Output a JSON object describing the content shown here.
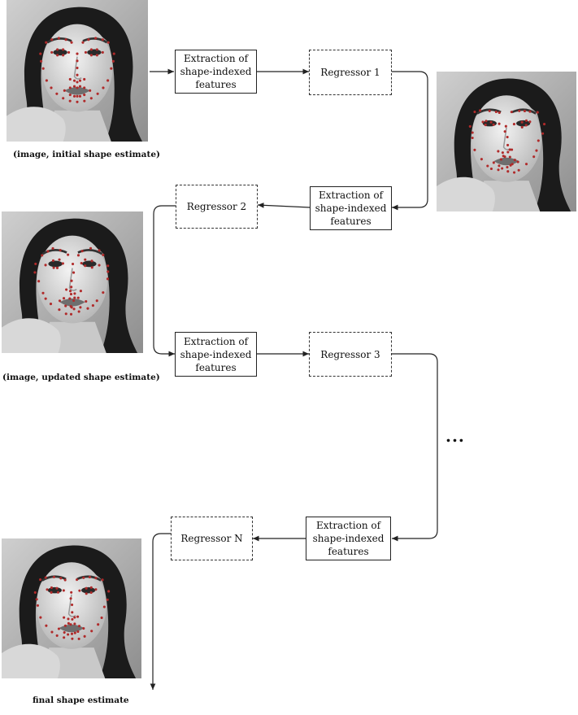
{
  "captions": {
    "initial": "(image, initial shape estimate)",
    "updated": "(image, updated shape estimate)",
    "final": "final shape estimate"
  },
  "boxes": {
    "extract_1": [
      "Extraction of",
      "shape-indexed",
      "features"
    ],
    "regressor_1": "Regressor 1",
    "extract_2": [
      "Extraction of",
      "shape-indexed",
      "features"
    ],
    "regressor_2": "Regressor 2",
    "extract_3": [
      "Extraction of",
      "shape-indexed",
      "features"
    ],
    "regressor_3": "Regressor 3",
    "extract_4": [
      "Extraction of",
      "shape-indexed",
      "features"
    ],
    "regressor_n": "Regressor N"
  },
  "ellipsis": "...",
  "landmark_color": "#b02a2a"
}
